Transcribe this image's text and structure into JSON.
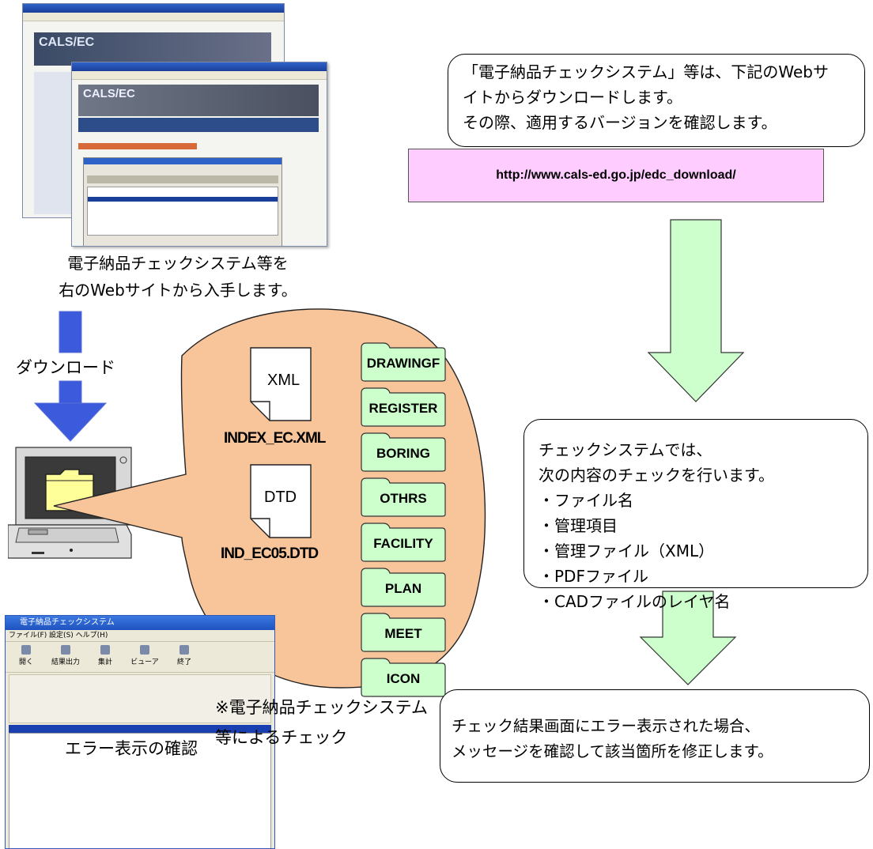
{
  "left": {
    "screenshot_caption_lines": [
      "電子納品チェックシステム等を",
      "右のWebサイトから入手します。"
    ],
    "download_label": "ダウンロード",
    "browser_front_logo": "CALS/EC",
    "browser_back_logo": "CALS/EC",
    "app_window_title": "電子納品チェックシステム",
    "app_window_menu": "ファイル(F)  設定(S)  ヘルプ(H)",
    "app_toolbar_buttons": [
      "開く",
      "結果出力",
      "集計",
      "ビューア",
      "終了"
    ],
    "error_check_label": "エラー表示の確認"
  },
  "bubble": {
    "xml_file_ext": "XML",
    "xml_file_name": "INDEX_EC.XML",
    "dtd_file_ext": "DTD",
    "dtd_file_name": "IND_EC05.DTD",
    "folders": [
      "DRAWINGF",
      "REGISTER",
      "BORING",
      "OTHRS",
      "FACILITY",
      "PLAN",
      "MEET",
      "ICON"
    ]
  },
  "note_lines": [
    "※電子納品チェックシステム",
    "等によるチェック"
  ],
  "right": {
    "download_callout_lines": [
      "「電子納品チェックシステム」等は、下記のWebサ",
      "イトからダウンロードします。",
      "その際、適用するバージョンを確認します。"
    ],
    "url": "http://www.cals-ed.go.jp/edc_download/",
    "check_callout_lines": [
      "チェックシステムでは、",
      "次の内容のチェックを行います。"
    ],
    "check_items": [
      "・ファイル名",
      "・管理項目",
      "・管理ファイル（XML）",
      "・PDFファイル",
      "・CADファイルのレイヤ名"
    ],
    "result_callout_lines": [
      "チェック結果画面にエラー表示された場合、",
      "メッセージを確認して該当箇所を修正します。"
    ]
  },
  "colors": {
    "arrow_green_fill": "#ccffcc",
    "arrow_blue": "#3c5adc",
    "bubble_fill": "#f8c49a",
    "folder_fill": "#ccffcc",
    "url_box_fill": "#ffccff"
  }
}
